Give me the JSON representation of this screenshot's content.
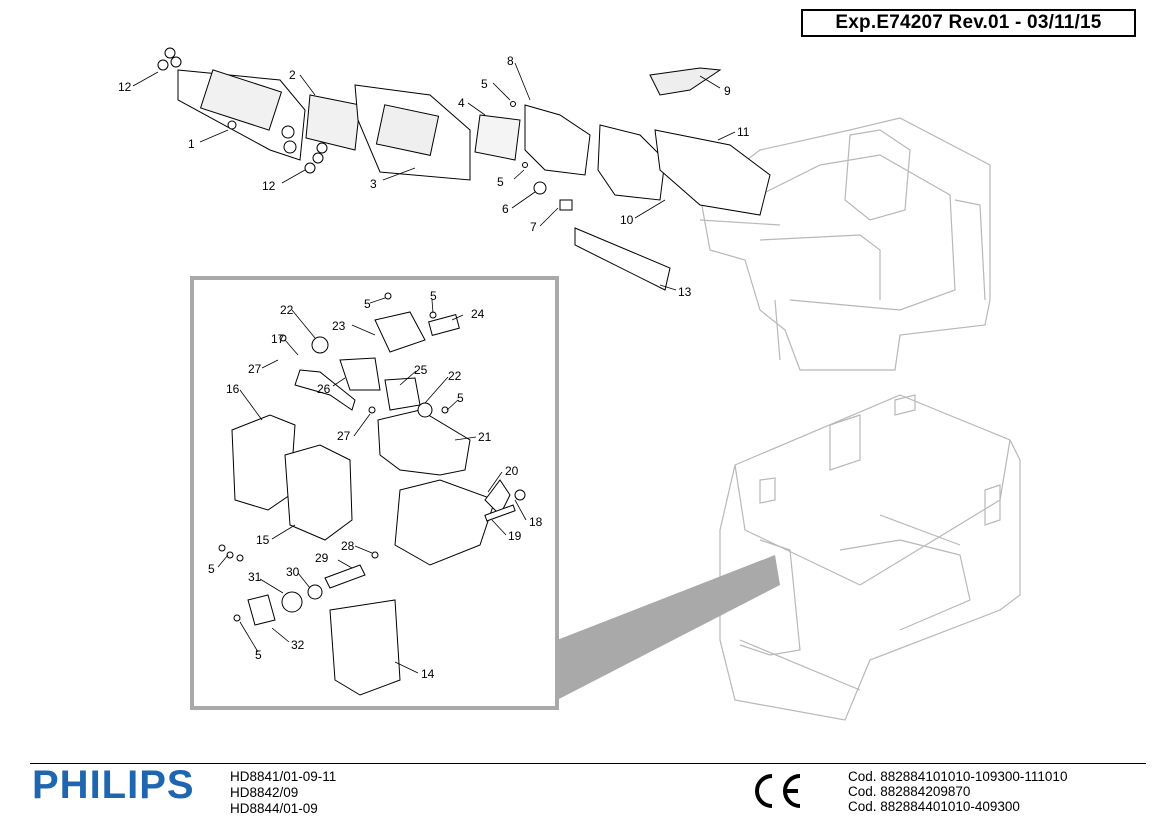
{
  "document": {
    "reference": "Exp.E74207 Rev.01 - 03/11/15"
  },
  "callouts": {
    "c1": "1",
    "c2": "2",
    "c3": "3",
    "c4": "4",
    "c5a": "5",
    "c5b": "5",
    "c6": "6",
    "c7": "7",
    "c8": "8",
    "c9": "9",
    "c10": "10",
    "c11": "11",
    "c12a": "12",
    "c12b": "12",
    "c13": "13",
    "c14": "14",
    "c15": "15",
    "c16": "16",
    "c17": "17",
    "c18": "18",
    "c19": "19",
    "c20": "20",
    "c21": "21",
    "c22a": "22",
    "c22b": "22",
    "c23": "23",
    "c24": "24",
    "c25": "25",
    "c26": "26",
    "c27a": "27",
    "c27b": "27",
    "c28": "28",
    "c29": "29",
    "c30": "30",
    "c31": "31",
    "c32": "32",
    "c5c": "5",
    "c5d": "5",
    "c5e": "5",
    "c5f": "5",
    "c5g": "5"
  },
  "footer": {
    "brand": "PHILIPS",
    "models": [
      "HD8841/01-09-11",
      "HD8842/09",
      "HD8844/01-09"
    ],
    "certification_icon": "ce-mark-icon",
    "codes": [
      "Cod. 882884101010-109300-111010",
      "Cod. 882884209870",
      "Cod. 882884401010-409300"
    ]
  },
  "colors": {
    "brand": "#1f66b0",
    "line": "#000000",
    "machine_outline": "#b8b8b8",
    "detail_frame": "#a9a9a9"
  }
}
